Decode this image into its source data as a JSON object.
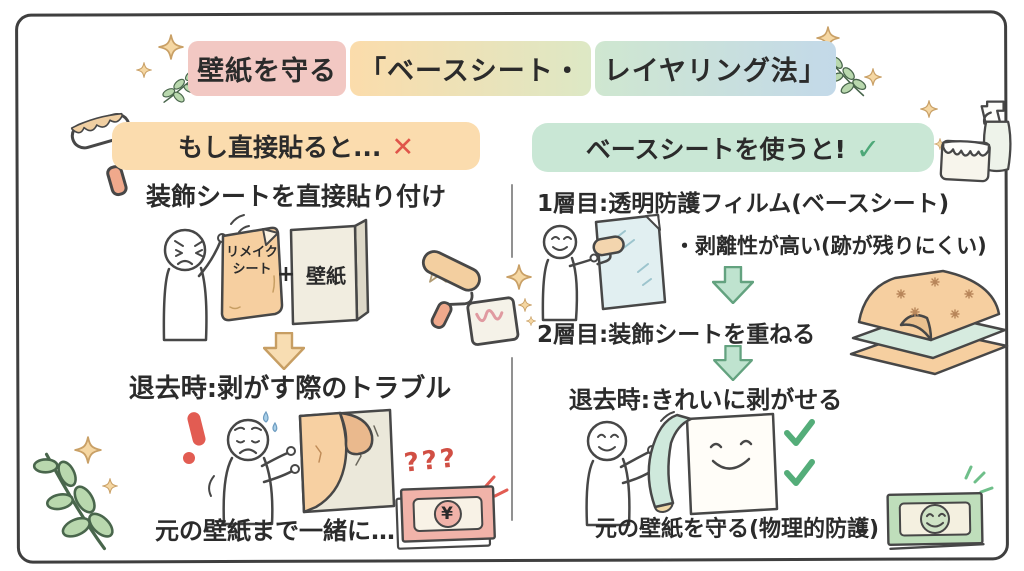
{
  "title": {
    "part1": "壁紙を守る",
    "part2": "「ベースシート・",
    "part3": "レイヤリング法」"
  },
  "left": {
    "header": {
      "label": "もし直接貼ると...",
      "mark": "✕"
    },
    "step1": "装飾シートを直接貼り付け",
    "diagram": {
      "sheet_line1": "リメイク",
      "sheet_line2": "シート",
      "plus": "+",
      "wall": "壁紙"
    },
    "step2": "退去時:剥がす際のトラブル",
    "money": {
      "questions": "???",
      "yen": "¥"
    },
    "caption": "元の壁紙まで一緒に…"
  },
  "right": {
    "header": {
      "label": "ベースシートを使うと!",
      "mark": "✓"
    },
    "layer1": "1層目:透明防護フィルム(ベースシート)",
    "bullet": "・剥離性が高い(跡が残りにくい)",
    "layer2": "2層目:装飾シートを重ねる",
    "step": "退去時:きれいに剥がせる",
    "caption": "元の壁紙を守る(物理的防護)"
  },
  "icons": {
    "paint_roller": "paint-roller",
    "paint_bucket": "paint-bucket",
    "spray_bottle": "spray-bottle",
    "sparkle": "sparkle",
    "leaf_branch": "leaf-branch",
    "down_arrow": "down-arrow",
    "checkmark": "checkmark",
    "x_mark": "x-mark",
    "exclamation": "exclamation"
  },
  "colors": {
    "highlight_pink": "#f2c8c3",
    "highlight_orange": "#fbdcab",
    "highlight_green": "#cfe7d0",
    "highlight_blue": "#c3d9e9",
    "left_header_bg": "#fbdcae",
    "right_header_bg": "#c9e7d5",
    "error_red": "#e0554a",
    "success_green": "#4da878",
    "sheet_orange": "#f6cfa0",
    "film_teal": "#cfe9dc",
    "text": "#2b2b2b"
  }
}
